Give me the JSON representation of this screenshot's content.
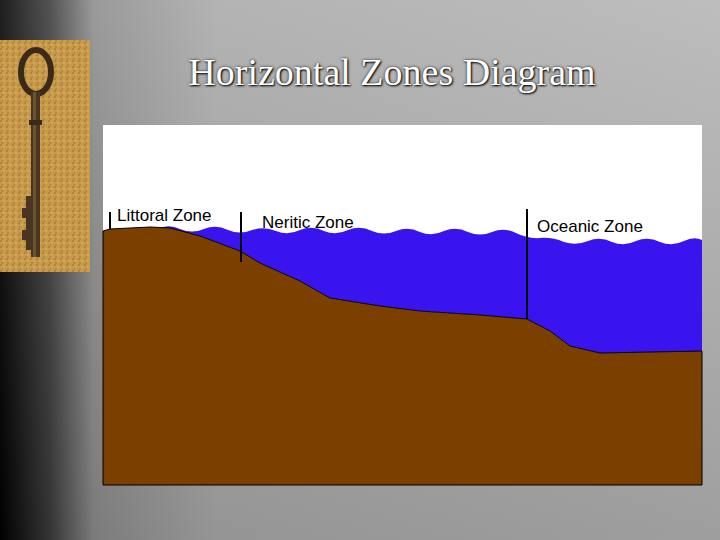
{
  "diagram": {
    "title": "Horizontal Zones Diagram",
    "labels": [
      "Littoral Zone",
      "Neritic Zone",
      "Oceanic Zone"
    ]
  }
}
